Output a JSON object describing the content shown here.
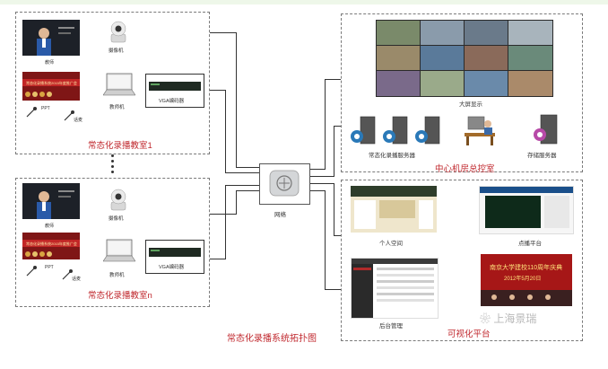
{
  "classroom1": {
    "teacher": "教师",
    "camera": "摄像机",
    "ppt": "PPT",
    "mic": "话麦",
    "pc": "教师机",
    "encoder": "VGA编码器",
    "screen_text": "常态化录播系统2015年度推广会",
    "title": "常态化录播教室1"
  },
  "classroomN": {
    "teacher": "教师",
    "camera": "摄像机",
    "ppt": "PPT",
    "mic": "话麦",
    "pc": "教师机",
    "encoder": "VGA编码器",
    "screen_text": "常态化录播系统2015年度推广会",
    "title": "常态化录播教室n"
  },
  "network": {
    "label": "网络"
  },
  "center": {
    "big_screen": "大屏显示",
    "record_server": "常态化录播服务器",
    "storage_server": "存储服务器",
    "title": "中心机房总控室"
  },
  "visual": {
    "personal_space": "个人空间",
    "vod": "点播平台",
    "backend": "后台管理",
    "title": "可视化平台",
    "banner_line1": "南京大学建校110周年庆典",
    "banner_line2": "2012年5月20日"
  },
  "diagram_title": "常态化录播系统拓扑图",
  "watermark": "上海景瑞",
  "colors": {
    "accent_red": "#c0282e",
    "border": "#7a7a7a"
  }
}
